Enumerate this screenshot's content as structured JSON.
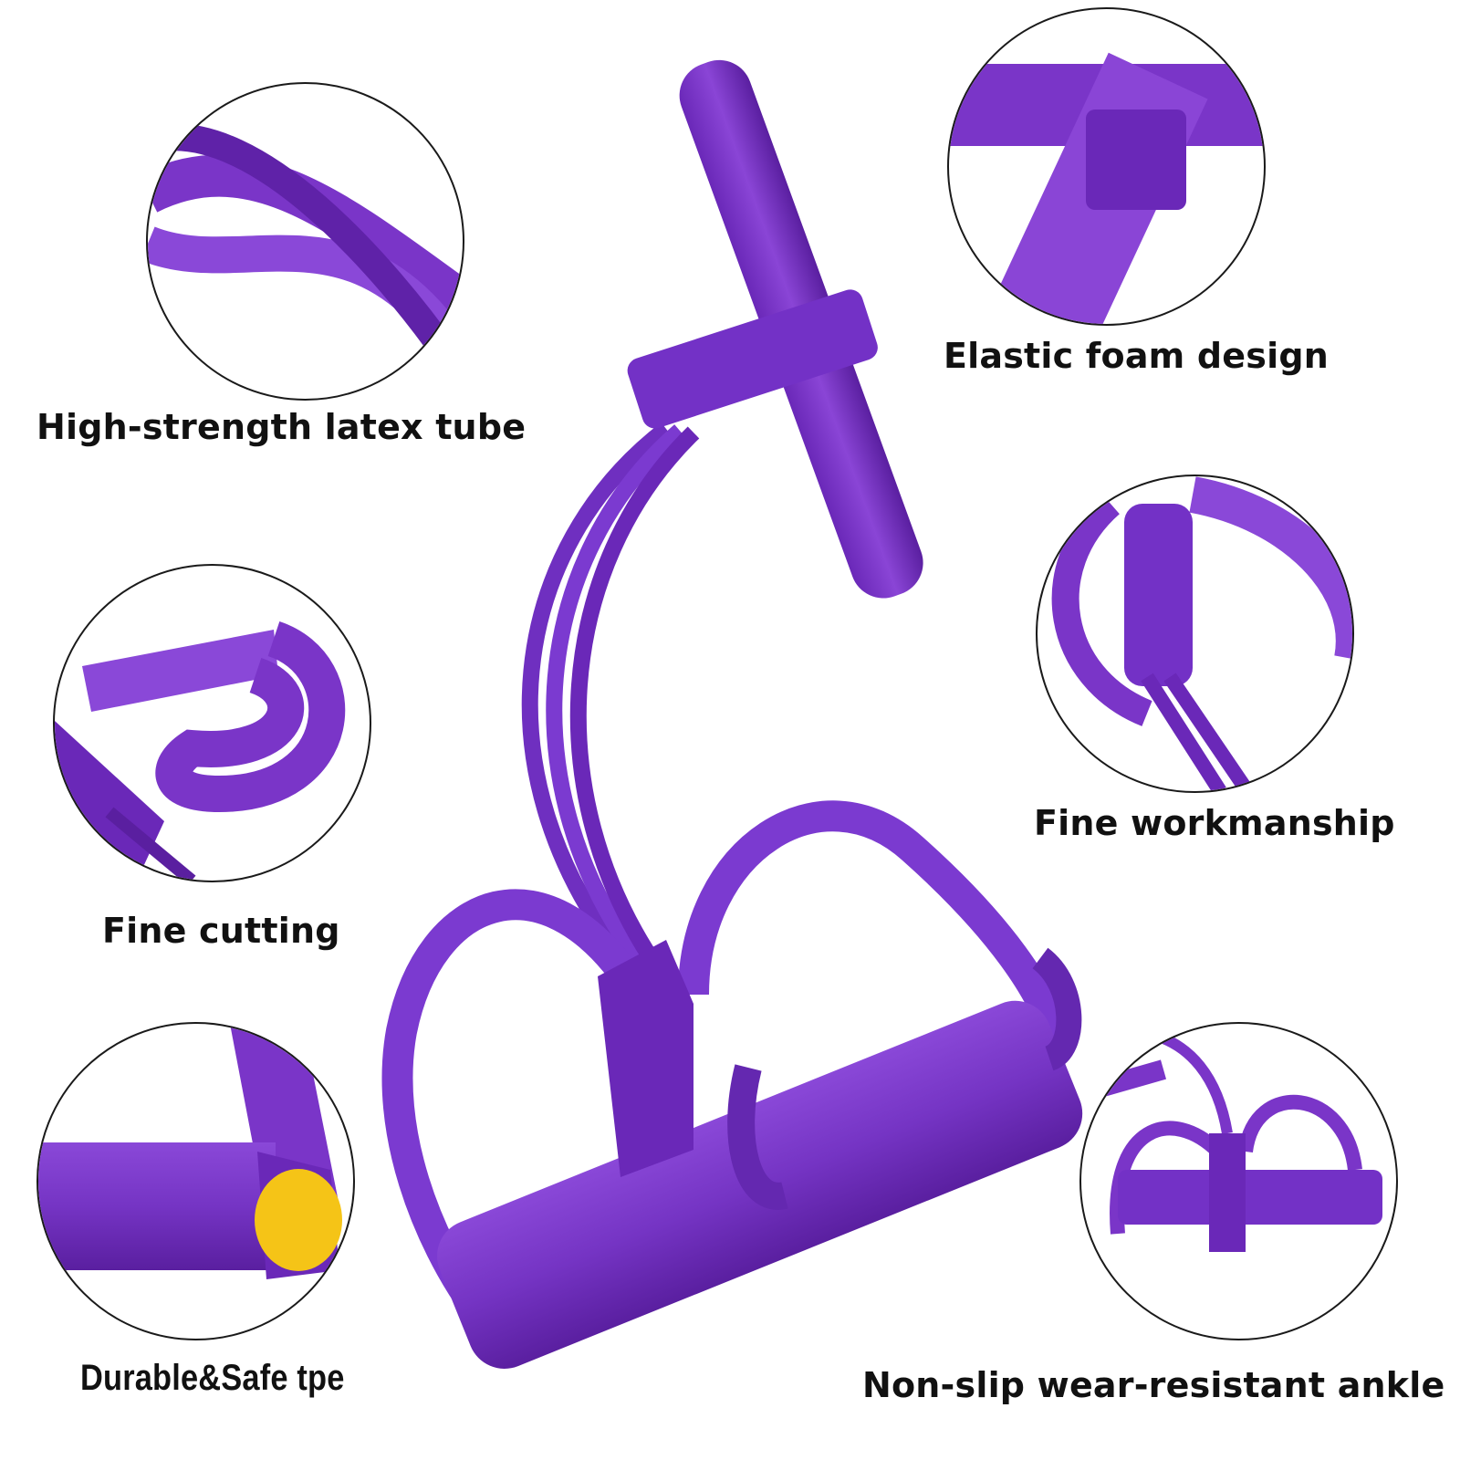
{
  "colors": {
    "purple": "#7a35c8",
    "purple_dark": "#5a1fa0",
    "purple_light": "#9a5ee0",
    "yellow": "#f5c417",
    "outline": "#1a1a1a"
  },
  "features": [
    {
      "icon": "latex-tube-detail-icon",
      "label": "High-strength latex tube"
    },
    {
      "icon": "foam-handle-detail-icon",
      "label": "Elastic foam design"
    },
    {
      "icon": "cutting-detail-icon",
      "label": "Fine cutting"
    },
    {
      "icon": "workmanship-detail-icon",
      "label": "Fine workmanship"
    },
    {
      "icon": "end-cap-detail-icon",
      "label": "Durable&Safe tpe"
    },
    {
      "icon": "full-product-detail-icon",
      "label": "Non-slip wear-resistant ankle"
    }
  ]
}
